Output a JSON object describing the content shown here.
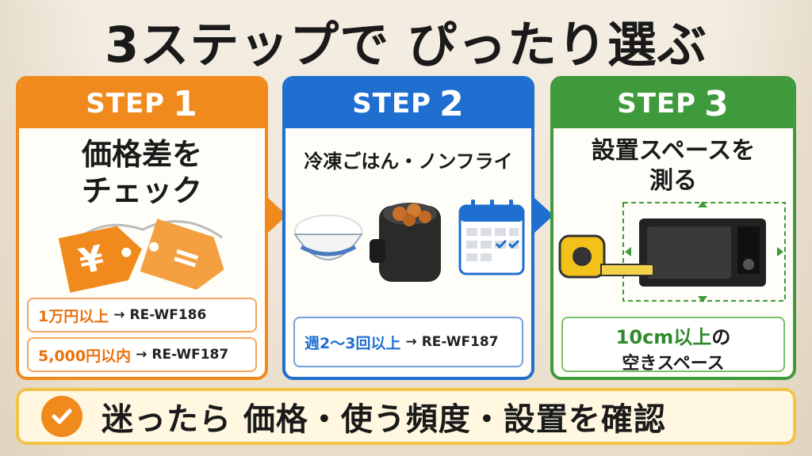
{
  "title": "3ステップで ぴったり選ぶ",
  "steps": [
    {
      "label": "STEP",
      "number": "1",
      "heading_line1": "価格差を",
      "heading_line2": "チェック",
      "tag_symbols": [
        "¥",
        "="
      ],
      "rules": [
        {
          "highlight": "1万円以上",
          "arrow": "→",
          "model": "RE-WF186"
        },
        {
          "highlight": "5,000円以内",
          "arrow": "→",
          "model": "RE-WF187"
        }
      ]
    },
    {
      "label": "STEP",
      "number": "2",
      "heading": "冷凍ごはん・ノンフライ",
      "rules": [
        {
          "highlight": "週2〜3回以上",
          "arrow": "→",
          "model": "RE-WF187"
        }
      ]
    },
    {
      "label": "STEP",
      "number": "3",
      "heading_line1": "設置スペースを",
      "heading_line2": "測る",
      "space_highlight": "10cm以上",
      "space_suffix": "の",
      "space_line2": "空きスペース"
    }
  ],
  "bottom_message": "迷ったら 価格・使う頻度・設置を確認",
  "colors": {
    "step1": "#f08a1c",
    "step2": "#1e6fd0",
    "step3": "#3e9a3a",
    "bottom_border": "#f2c24a"
  },
  "icons": [
    "price-tag-icon",
    "rice-bowl-icon",
    "air-fryer-icon",
    "calendar-icon",
    "tape-measure-icon",
    "microwave-icon",
    "check-icon"
  ]
}
